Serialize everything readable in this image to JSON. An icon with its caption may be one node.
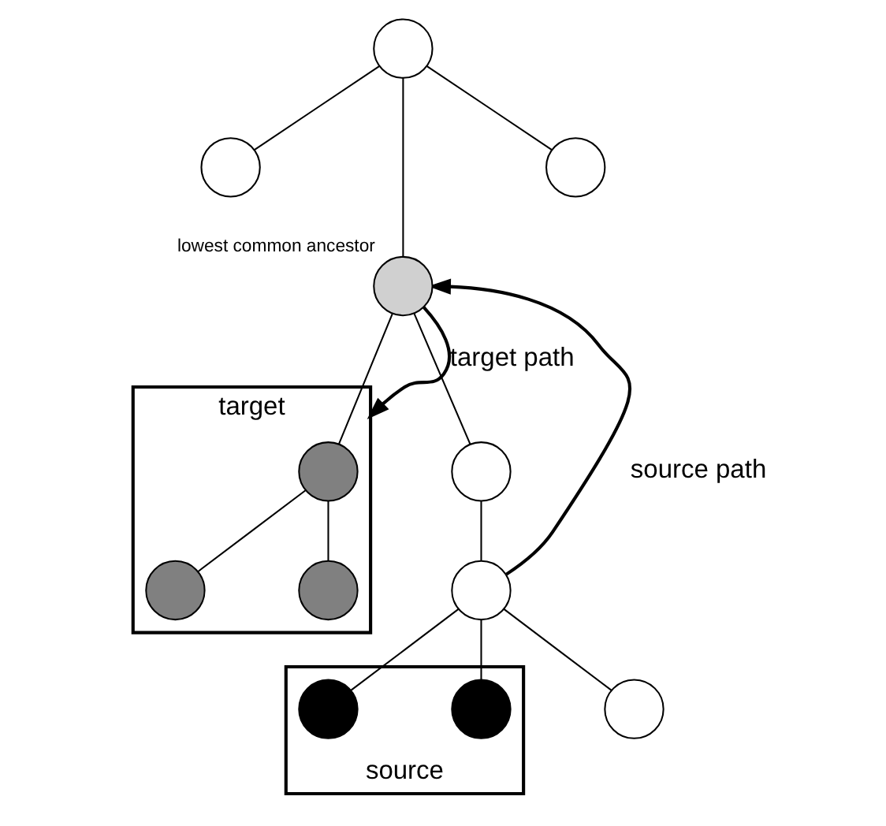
{
  "diagram": {
    "nodes": [
      {
        "text": [],
        "shape": "circle"
      },
      {
        "text": [],
        "shape": "circle"
      },
      {
        "text": [],
        "shape": "circle",
        "beside": [
          "lowest common ancestor"
        ]
      },
      {
        "text": [],
        "shape": "circle"
      },
      {
        "text": [],
        "shape": "circle"
      },
      {
        "text": [
          "target"
        ]
      },
      {
        "text": [],
        "shape": "circle",
        "in": 5
      },
      {
        "text": [],
        "shape": "circle"
      },
      {
        "text": [],
        "shape": "circle",
        "in": 5
      },
      {
        "text": [],
        "shape": "circle",
        "in": 5
      },
      {
        "text": [
          "source"
        ]
      },
      {
        "text": [],
        "shape": "circle",
        "in": 10
      },
      {
        "text": [],
        "shape": "circle",
        "in": 10
      },
      {
        "text": [],
        "shape": "circle"
      }
    ],
    "edges": [
      {
        "from": 0,
        "to": 1,
        "arrow": "none"
      },
      {
        "from": 0,
        "to": 2,
        "arrow": "none"
      },
      {
        "from": 0,
        "to": 3,
        "arrow": "none"
      },
      {
        "from": 2,
        "to": 4,
        "arrow": "none"
      },
      {
        "from": 2,
        "to": 6,
        "arrow": "none"
      },
      {
        "from": 4,
        "to": 7,
        "arrow": "none"
      },
      {
        "from": 6,
        "to": 8,
        "arrow": "none"
      },
      {
        "from": 6,
        "to": 9,
        "arrow": "none"
      },
      {
        "from": 7,
        "to": 11,
        "arrow": "none"
      },
      {
        "from": 7,
        "to": 12,
        "arrow": "none"
      },
      {
        "from": 7,
        "to": 13,
        "arrow": "none"
      },
      {
        "from": 7,
        "to": 2,
        "arrow": "to",
        "label": "source path"
      },
      {
        "from": 2,
        "to": 5,
        "arrow": "to",
        "label": "target path"
      }
    ]
  }
}
